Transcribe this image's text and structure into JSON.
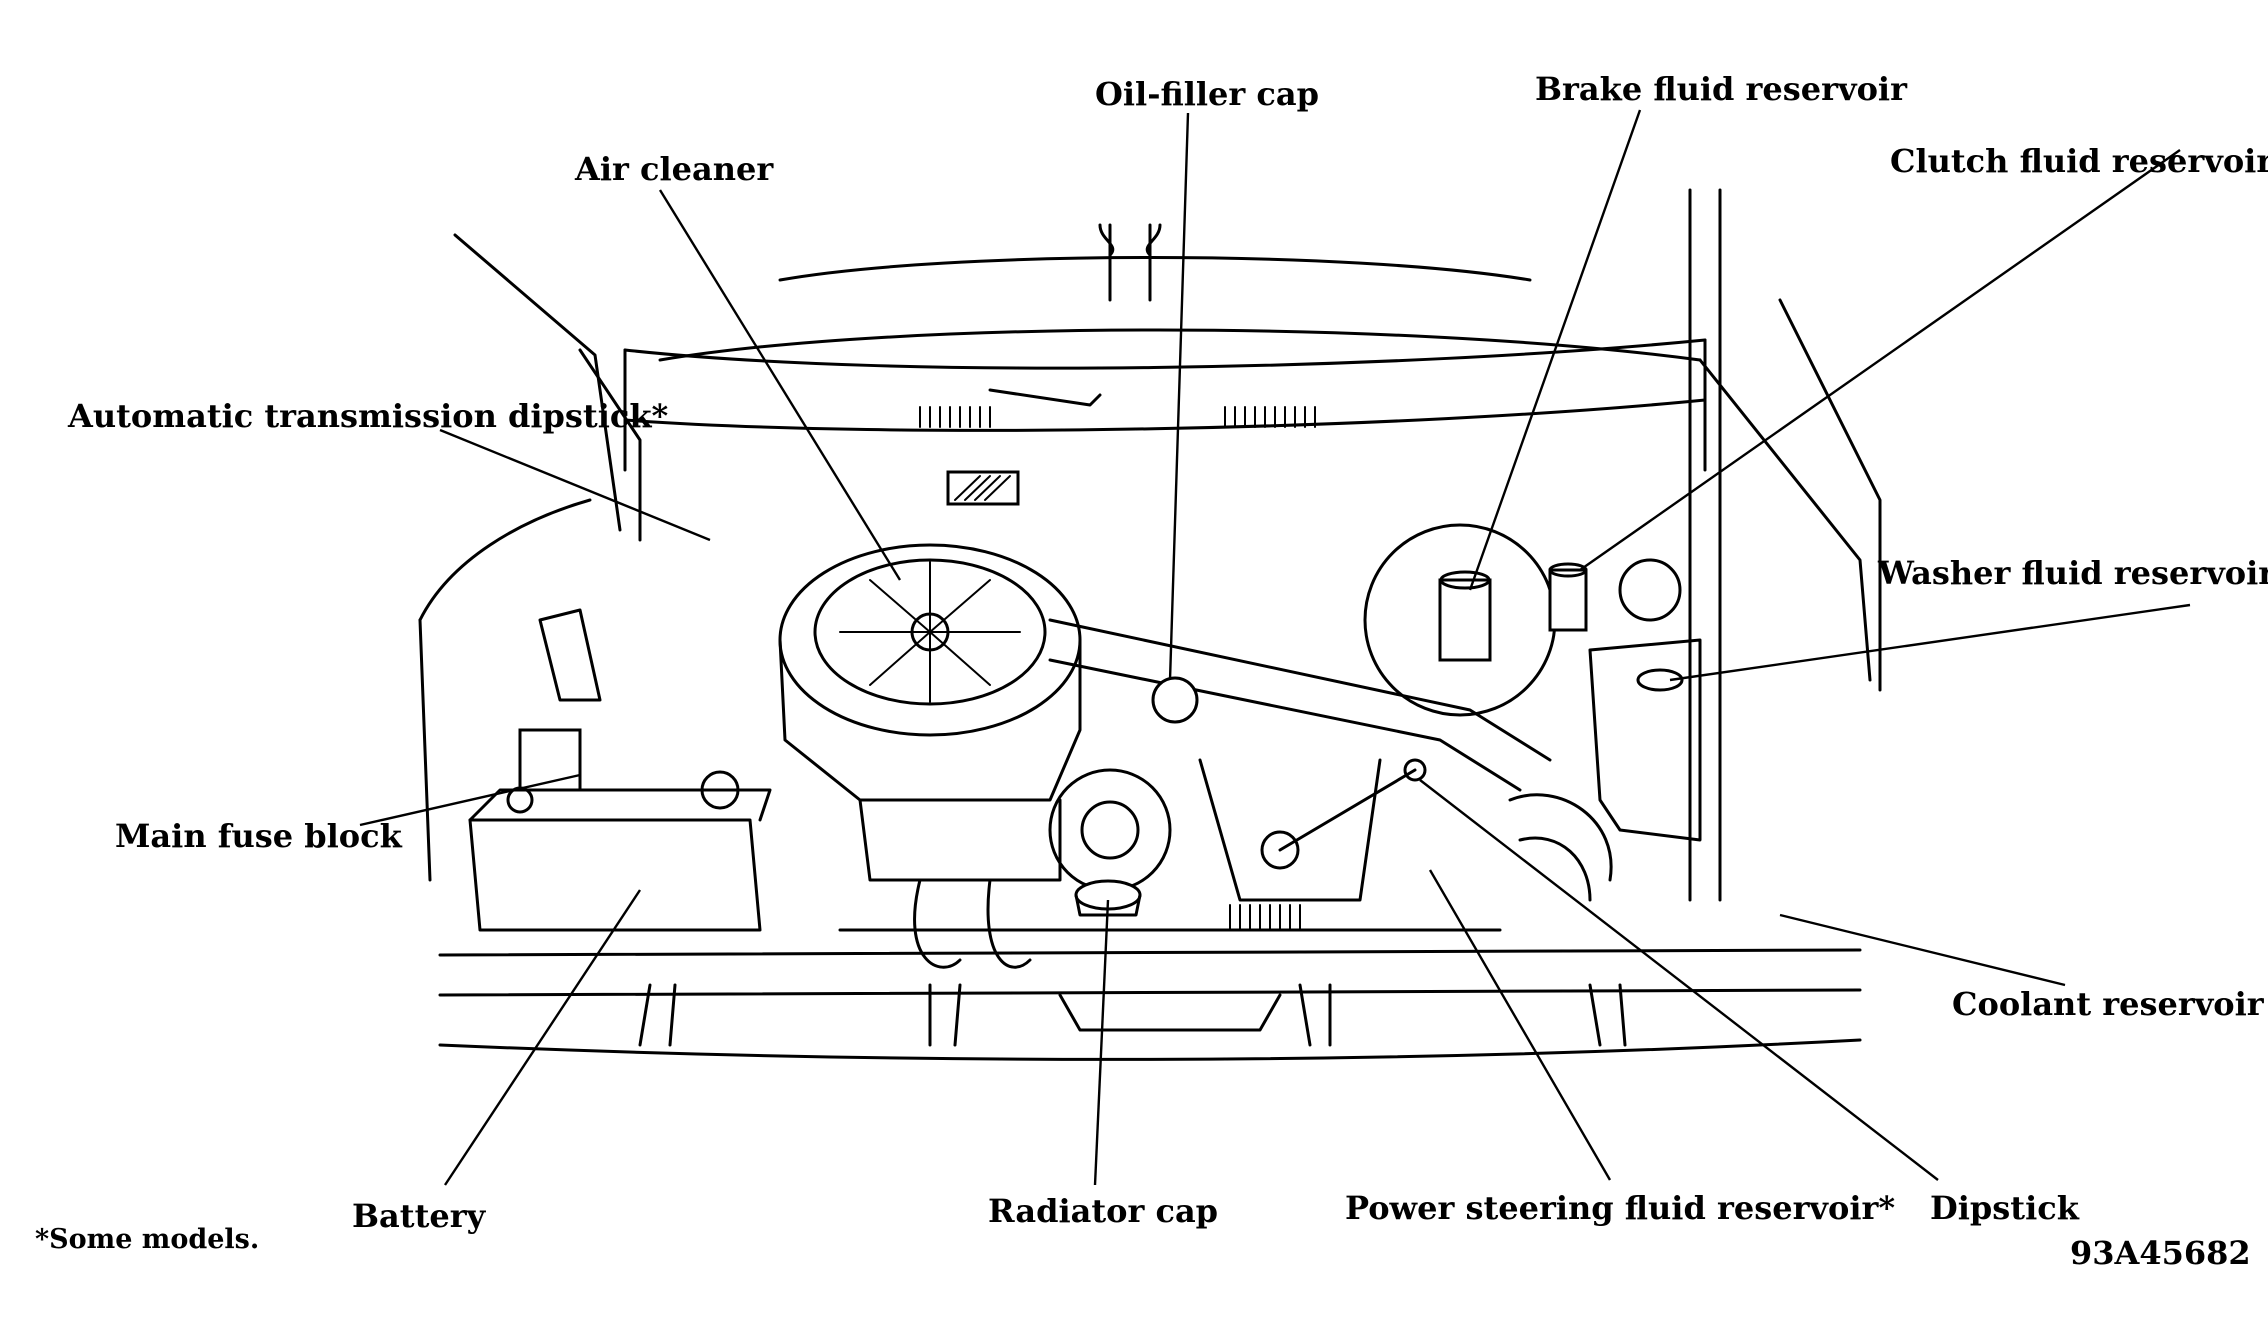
{
  "labels": {
    "oil_filler_cap": "Oil-filler cap",
    "brake_fluid_reservoir": "Brake fluid reservoir",
    "clutch_fluid_reservoir": "Clutch fluid reservoir*",
    "air_cleaner": "Air cleaner",
    "automatic_transmission_dipstick": "Automatic transmission dipstick*",
    "washer_fluid_reservoir": "Washer fluid reservoir",
    "main_fuse_block": "Main fuse block",
    "coolant_reservoir": "Coolant reservoir",
    "battery": "Battery",
    "radiator_cap": "Radiator cap",
    "power_steering_fluid_reservoir": "Power steering fluid reservoir*",
    "dipstick": "Dipstick"
  },
  "footnote": "*Some models.",
  "figure_id": "93A45682"
}
